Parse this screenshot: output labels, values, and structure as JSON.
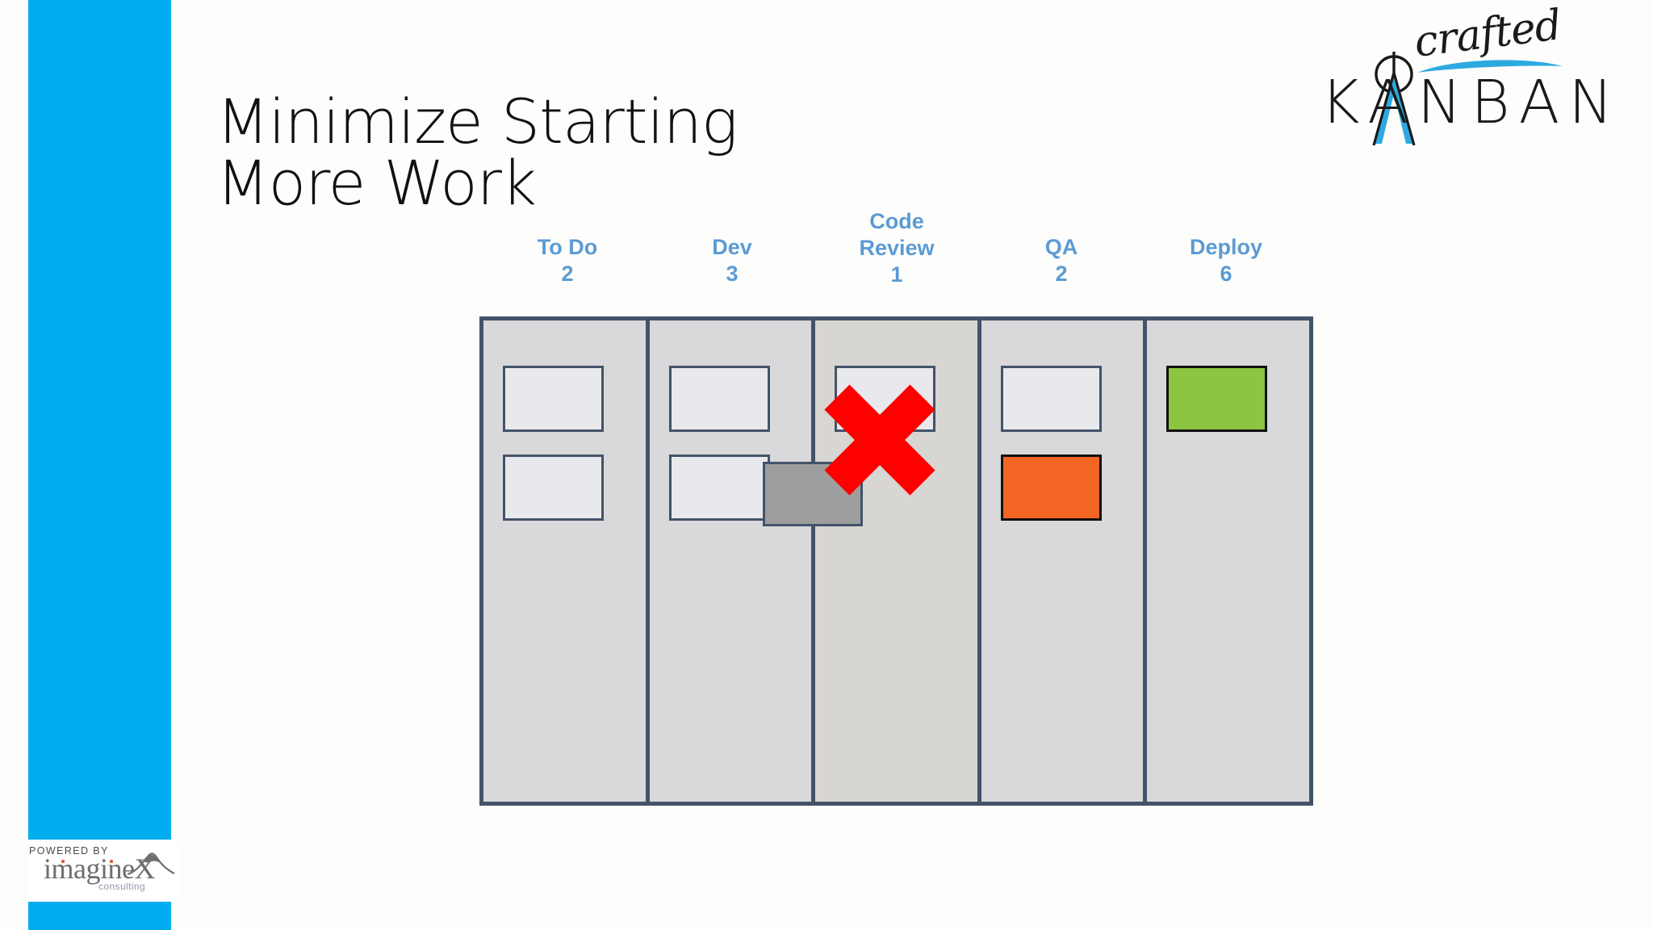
{
  "slide": {
    "title": "Minimize Starting\nMore Work",
    "background_color": "#fdfdfb",
    "accent_color": "#00AEEF"
  },
  "brand_logo": {
    "script_text": "crafted",
    "wordmark": "KANBAN",
    "icon": "compass-divider-icon",
    "accent_color": "#2da9e1"
  },
  "powered_by": {
    "label": "POWERED BY",
    "company": "imagine",
    "company_mark": "X",
    "tagline": "consulting",
    "icon": "mountain-icon"
  },
  "board": {
    "columns": [
      {
        "name": "To Do",
        "wip_limit": "2",
        "header_text": "To Do\n2",
        "tinted": false,
        "cards": [
          {
            "type": "default",
            "row": 1,
            "color": "#e9e9ed"
          },
          {
            "type": "default",
            "row": 2,
            "color": "#e9e9ed"
          }
        ]
      },
      {
        "name": "Dev",
        "wip_limit": "3",
        "header_text": "Dev\n3",
        "tinted": false,
        "cards": [
          {
            "type": "default",
            "row": 1,
            "color": "#e9e9ed"
          },
          {
            "type": "default",
            "row": 2,
            "color": "#e9e9ed"
          }
        ]
      },
      {
        "name": "Code Review",
        "wip_limit": "1",
        "header_text": "Code\nReview\n1",
        "tinted": true,
        "cards": [
          {
            "type": "default",
            "row": 1,
            "color": "#e9e9ed"
          }
        ]
      },
      {
        "name": "QA",
        "wip_limit": "2",
        "header_text": "QA\n2",
        "tinted": false,
        "cards": [
          {
            "type": "default",
            "row": 1,
            "color": "#e9e9ed"
          },
          {
            "type": "orange",
            "row": 2,
            "color": "#F26522"
          }
        ]
      },
      {
        "name": "Deploy",
        "wip_limit": "6",
        "header_text": "Deploy\n6",
        "tinted": false,
        "cards": [
          {
            "type": "green",
            "row": 1,
            "color": "#8CC540"
          }
        ]
      }
    ],
    "blocked_card": {
      "name": "blocked-work-item",
      "color": "#9d9d9d"
    },
    "blocked_marker": {
      "name": "red-x-icon",
      "color": "#FF0000"
    },
    "header_color": "#5b9bd5",
    "column_fill": "#d9d8da",
    "column_fill_tinted": "#d8d6d2",
    "border_color": "#435369"
  }
}
